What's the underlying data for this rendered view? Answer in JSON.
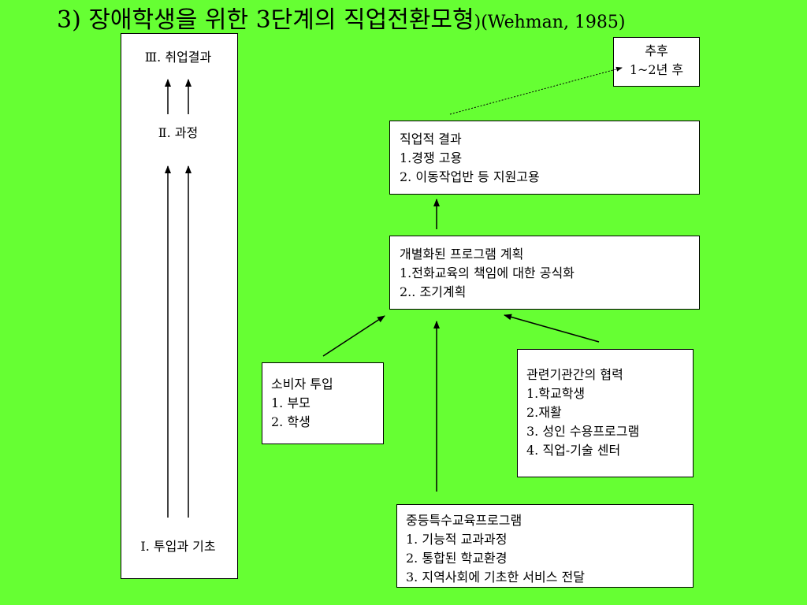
{
  "title": {
    "main": "3) 장애학생을 위한 3단계의 직업전환모형",
    "citation": ")(Wehman, 1985)"
  },
  "stages": {
    "stage3": "Ⅲ. 취업결과",
    "stage2": "Ⅱ. 과정",
    "stage1": "Ⅰ. 투입과 기초"
  },
  "boxes": {
    "followup": {
      "lines": [
        "추후",
        "1~2년 후"
      ]
    },
    "employment_outcome": {
      "lines": [
        "직업적 결과",
        "1.경쟁 고용",
        "2. 이동작업반 등 지원고용"
      ]
    },
    "individual_plan": {
      "lines": [
        "개별화된 프로그램 계획",
        "1.전화교육의 책임에 대한 공식화",
        "2.. 조기계획"
      ]
    },
    "consumer_input": {
      "lines": [
        "소비자 투입",
        "1. 부모",
        "2. 학생"
      ]
    },
    "agency_cooperation": {
      "lines": [
        "관련기관간의 협력",
        "1.학교학생",
        "2.재활",
        "3. 성인 수용프로그램",
        "4. 직업-기술 센터"
      ]
    },
    "secondary_special_ed": {
      "lines": [
        "중등특수교육프로그램",
        "1. 기능적 교과과정",
        "2. 통합된 학교환경",
        "3. 지역사회에 기초한 서비스 전달"
      ]
    }
  }
}
